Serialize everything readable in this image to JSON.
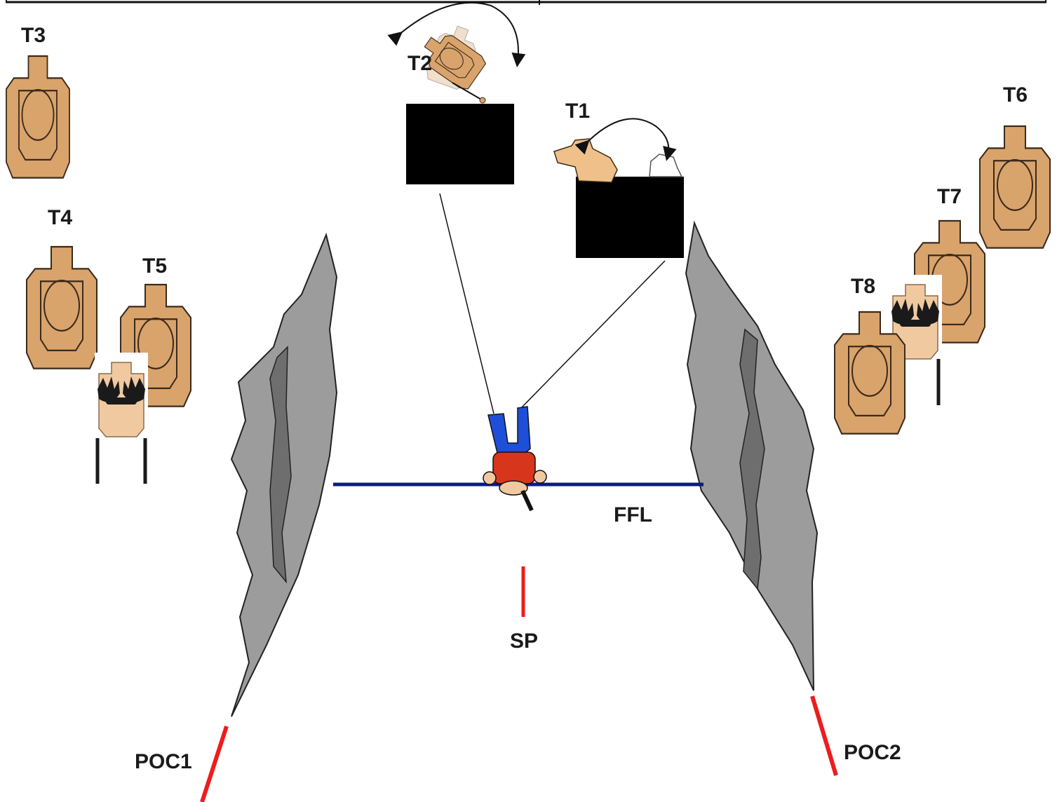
{
  "labels": {
    "t1": "T1",
    "t2": "T2",
    "t3": "T3",
    "t4": "T4",
    "t5": "T5",
    "t6": "T6",
    "t7": "T7",
    "t8": "T8",
    "ffl": "FFL",
    "sp": "SP",
    "poc1": "POC1",
    "poc2": "POC2"
  },
  "colors": {
    "target_fill": "#d9a36c",
    "target_stroke": "#3a2a1a",
    "wall_fill": "#9c9c9c",
    "wall_inner": "#6e6e6e",
    "barrier": "#000000",
    "ffl_line": "#0a1a8c",
    "marker_red": "#ee1c1c",
    "shooter_legs": "#1e4fd8",
    "shooter_body": "#d8361c",
    "skin": "#f1c9a0"
  },
  "icons": {
    "target": "paper-silhouette-target-icon",
    "hostage": "hands-up-no-shoot-target-icon",
    "shooter": "shooter-top-view-icon",
    "turn_arrow": "curved-turn-arrow-icon"
  }
}
